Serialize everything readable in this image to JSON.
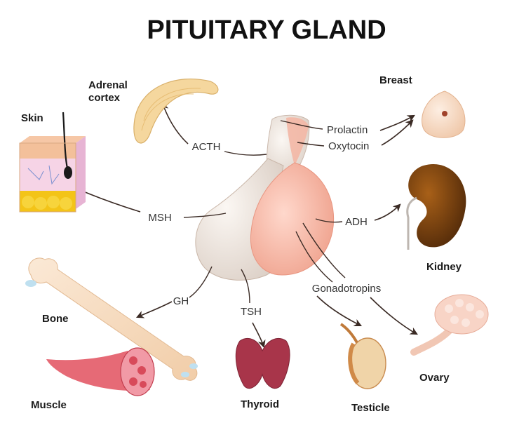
{
  "title": "PITUITARY GLAND",
  "hormones": {
    "acth": "ACTH",
    "prolactin": "Prolactin",
    "oxytocin": "Oxytocin",
    "msh": "MSH",
    "adh": "ADH",
    "gh": "GH",
    "tsh": "TSH",
    "gonadotropins": "Gonadotropins"
  },
  "organs": {
    "adrenal_line1": "Adrenal",
    "adrenal_line2": "cortex",
    "breast": "Breast",
    "skin": "Skin",
    "kidney": "Kidney",
    "bone": "Bone",
    "muscle": "Muscle",
    "thyroid": "Thyroid",
    "testicle": "Testicle",
    "ovary": "Ovary"
  },
  "colors": {
    "anterior_lobe": "#ede3da",
    "posterior_lobe": "#f6b9a8",
    "bone": "#f6dcc0",
    "kidney": "#6b3a10",
    "muscle": "#d84a5a",
    "thyroid": "#a8354a",
    "breast": "#f8dcc4",
    "adrenal": "#f5d8a0",
    "ovary": "#f6c8b8",
    "testicle": "#e8c08a",
    "skin_fat": "#f3c418"
  }
}
